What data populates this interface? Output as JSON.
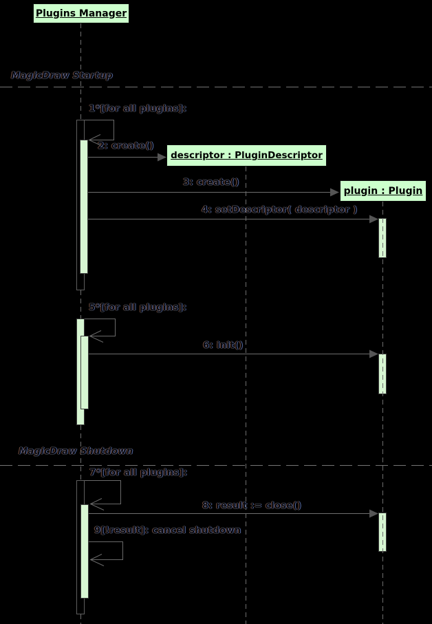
{
  "lifelines": {
    "manager": {
      "label": "Plugins Manager"
    },
    "descriptor": {
      "label": "descriptor : PluginDescriptor"
    },
    "plugin": {
      "label": "plugin : Plugin"
    }
  },
  "frames": {
    "startup": {
      "label": "MagicDraw Startup"
    },
    "shutdown": {
      "label": "MagicDraw Shutdown"
    }
  },
  "messages": {
    "m1": {
      "label": "1*[for all plugins]:"
    },
    "m2": {
      "label": "2: create()"
    },
    "m3": {
      "label": "3: create()"
    },
    "m4": {
      "label": "4: setDescriptor( descriptor )"
    },
    "m5": {
      "label": "5*[for all plugins]:"
    },
    "m6": {
      "label": "6: init()"
    },
    "m7": {
      "label": "7*[for all plugins]:"
    },
    "m8": {
      "label": "8: result := close()"
    },
    "m9": {
      "label": "9[!result]: cancel shutdown"
    }
  },
  "colors": {
    "background": "#000000",
    "head_box_fill": "#ccffcc",
    "activation_fill": "#d7f6d2",
    "connector_gray": "#6f6f6f",
    "separator_gray": "#757575"
  }
}
